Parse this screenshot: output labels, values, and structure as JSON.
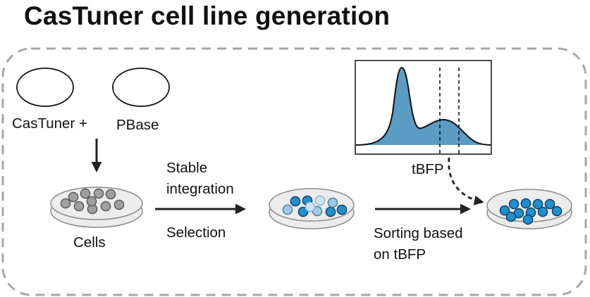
{
  "title": "CasTuner cell line generation",
  "labels": {
    "castuner": "CasTuner +",
    "pbase": "PBase",
    "cells": "Cells",
    "stable_integration_1": "Stable",
    "stable_integration_2": "integration",
    "selection": "Selection",
    "sorting_1": "Sorting based",
    "sorting_2": "on tBFP",
    "histogram_axis": "tBFP"
  },
  "colors": {
    "border_dash": "#a6a6a6",
    "grey_cell": "#a0a0a0",
    "blue_cell": "#1f8fd0",
    "light_blue_cell": "#9fc9e6",
    "pale_blue_cell": "#cfe3f2",
    "histogram_fill": "#5b9cc4",
    "arrow": "#222222"
  },
  "plate_cells": {
    "cells_plate": [
      "grey",
      "grey",
      "grey",
      "grey",
      "grey",
      "grey",
      "grey",
      "grey",
      "grey",
      "grey"
    ],
    "mixed_plate": [
      "light-blue",
      "blue",
      "blue",
      "pale-blue",
      "blue",
      "light-blue",
      "blue",
      "blue",
      "light-blue",
      "pale-blue"
    ],
    "sorted_plate": [
      "blue",
      "blue",
      "blue",
      "blue",
      "blue",
      "blue",
      "blue",
      "blue",
      "blue",
      "blue",
      "blue"
    ]
  }
}
